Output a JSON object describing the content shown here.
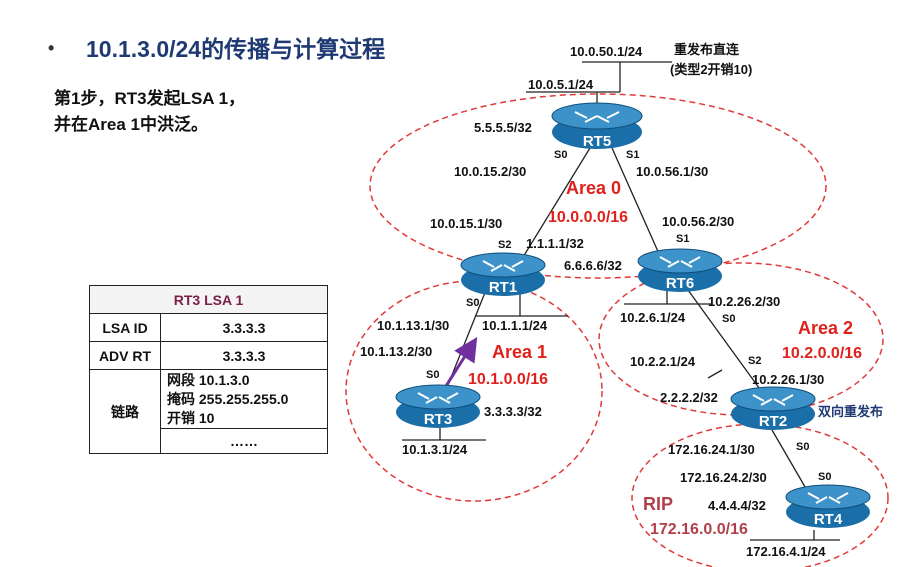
{
  "slide": {
    "bullet": "•",
    "title": "10.1.3.0/24的传播与计算过程",
    "step_line1": "第1步，RT3发起LSA 1，",
    "step_line2": "并在Area 1中洪泛。"
  },
  "lsa_table": {
    "header": "RT3 LSA 1",
    "rows": [
      {
        "key": "LSA ID",
        "value": "3.3.3.3"
      },
      {
        "key": "ADV RT",
        "value": "3.3.3.3"
      }
    ],
    "links_key": "链路",
    "links": [
      "网段 10.1.3.0",
      "掩码 255.255.255.0",
      "开销 10"
    ],
    "more": "……"
  },
  "routers": {
    "rt5": "RT5",
    "rt1": "RT1",
    "rt6": "RT6",
    "rt3": "RT3",
    "rt2": "RT2",
    "rt4": "RT4"
  },
  "areas": {
    "area0_name": "Area 0",
    "area0_net": "10.0.0.0/16",
    "area1_name": "Area 1",
    "area1_net": "10.1.0.0/16",
    "area2_name": "Area 2",
    "area2_net": "10.2.0.0/16",
    "rip_name": "RIP",
    "rip_net": "172.16.0.0/16"
  },
  "labels": {
    "rt5_top_net": "10.0.50.1/24",
    "redistribute1": "重发布直连",
    "redistribute2": "(类型2开销10)",
    "rt5_stub": "10.0.5.1/24",
    "rt5_rid": "5.5.5.5/32",
    "rt5_s0": "S0",
    "rt5_s1": "S1",
    "rt5_rt1_link": "10.0.15.2/30",
    "rt5_rt6_link": "10.0.56.1/30",
    "rt1_rt5_link": "10.0.15.1/30",
    "rt6_rt5_link": "10.0.56.2/30",
    "rt1_s2": "S2",
    "rt1_rid": "1.1.1.1/32",
    "rt6_s1": "S1",
    "rt6_rid": "6.6.6.6/32",
    "rt1_s0": "S0",
    "rt1_rt3_link": "10.1.13.1/30",
    "rt1_stub": "10.1.1.1/24",
    "rt3_rt1_link": "10.1.13.2/30",
    "rt3_s0": "S0",
    "rt3_rid": "3.3.3.3/32",
    "rt3_stub": "10.1.3.1/24",
    "rt6_stub": "10.2.6.1/24",
    "rt6_s0": "S0",
    "rt6_rt2_link": "10.2.26.2/30",
    "rt2_stub": "10.2.2.1/24",
    "rt2_s2": "S2",
    "rt2_rt6_link": "10.2.26.1/30",
    "rt2_rid": "2.2.2.2/32",
    "bidirectional": "双向重发布",
    "rt2_rt4_link": "172.16.24.1/30",
    "rt2_s0": "S0",
    "rt4_rt2_link": "172.16.24.2/30",
    "rt4_s0": "S0",
    "rt4_rid": "4.4.4.4/32",
    "rt4_stub": "172.16.4.1/24"
  },
  "colors": {
    "title": "#1f3a73",
    "area_text": "#e0201b",
    "rip_text": "#b0404a",
    "dashed_circle": "#e03a3a",
    "router_body": "#1a6fa8",
    "arrow": "#7030a0",
    "table_header": "#7a1f4a"
  },
  "icons": [
    "router-icon"
  ]
}
